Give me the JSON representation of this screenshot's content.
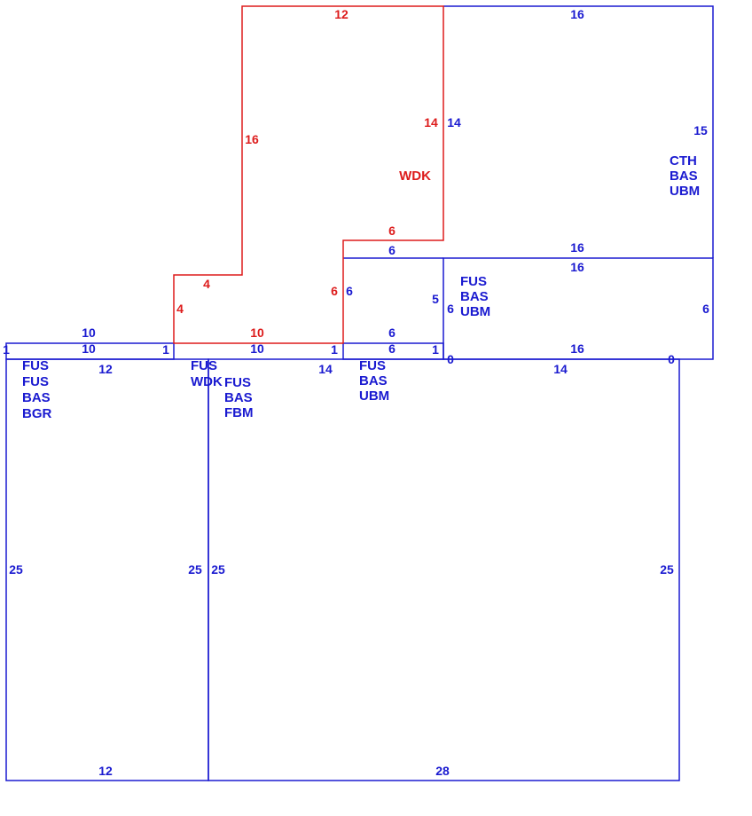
{
  "colors": {
    "blue": "#1a1ad0",
    "red": "#dd1c1c",
    "background": "#ffffff"
  },
  "areas": {
    "bgr": {
      "codes": [
        "FUS",
        "FUS",
        "BAS",
        "BGR"
      ]
    },
    "fbm": {
      "codes": [
        "FUS",
        "BAS",
        "FBM"
      ]
    },
    "wdk_codes": [
      "FUS",
      "WDK"
    ],
    "ubm_low": {
      "codes": [
        "FUS",
        "BAS",
        "UBM"
      ]
    },
    "ubm_mid": {
      "codes": [
        "FUS",
        "BAS",
        "UBM"
      ]
    },
    "cth": {
      "codes": [
        "CTH",
        "BAS",
        "UBM"
      ]
    },
    "deck": {
      "label": "WDK"
    }
  },
  "dims": {
    "bgr_top": "12",
    "bgr_bottom": "12",
    "bgr_left": "25",
    "bgr_right": "25",
    "fbm_left": "25",
    "fbm_right": "25",
    "fbm_bottom": "28",
    "fbm_top": "14",
    "strip1_top": "10",
    "strip1_bottom": "10",
    "strip1_left": "1",
    "strip1_right": "1",
    "strip2_bottom": "10",
    "strip2_right": "1",
    "strip3_top": "6",
    "strip3_bottom": "6",
    "strip3_right": "1",
    "ubm_mid_top": "16",
    "ubm_mid_bottom": "16",
    "ubm_mid_left": "6",
    "ubm_mid_right": "6",
    "ubm_mid_zero_left": "0",
    "ubm_mid_zero_right": "0",
    "cth_top": "16",
    "cth_bottom": "16",
    "cth_left": "14",
    "cth_right": "15",
    "mid_top": "6",
    "mid_left": "6",
    "mid_right": "5",
    "wdk_top": "12",
    "wdk_left": "16",
    "wdk_right": "14",
    "wdk_notch_top": "6",
    "wdk_notch_left": "6",
    "wdk_step_top": "4",
    "wdk_step_left": "4",
    "wdk_bottom": "10"
  }
}
